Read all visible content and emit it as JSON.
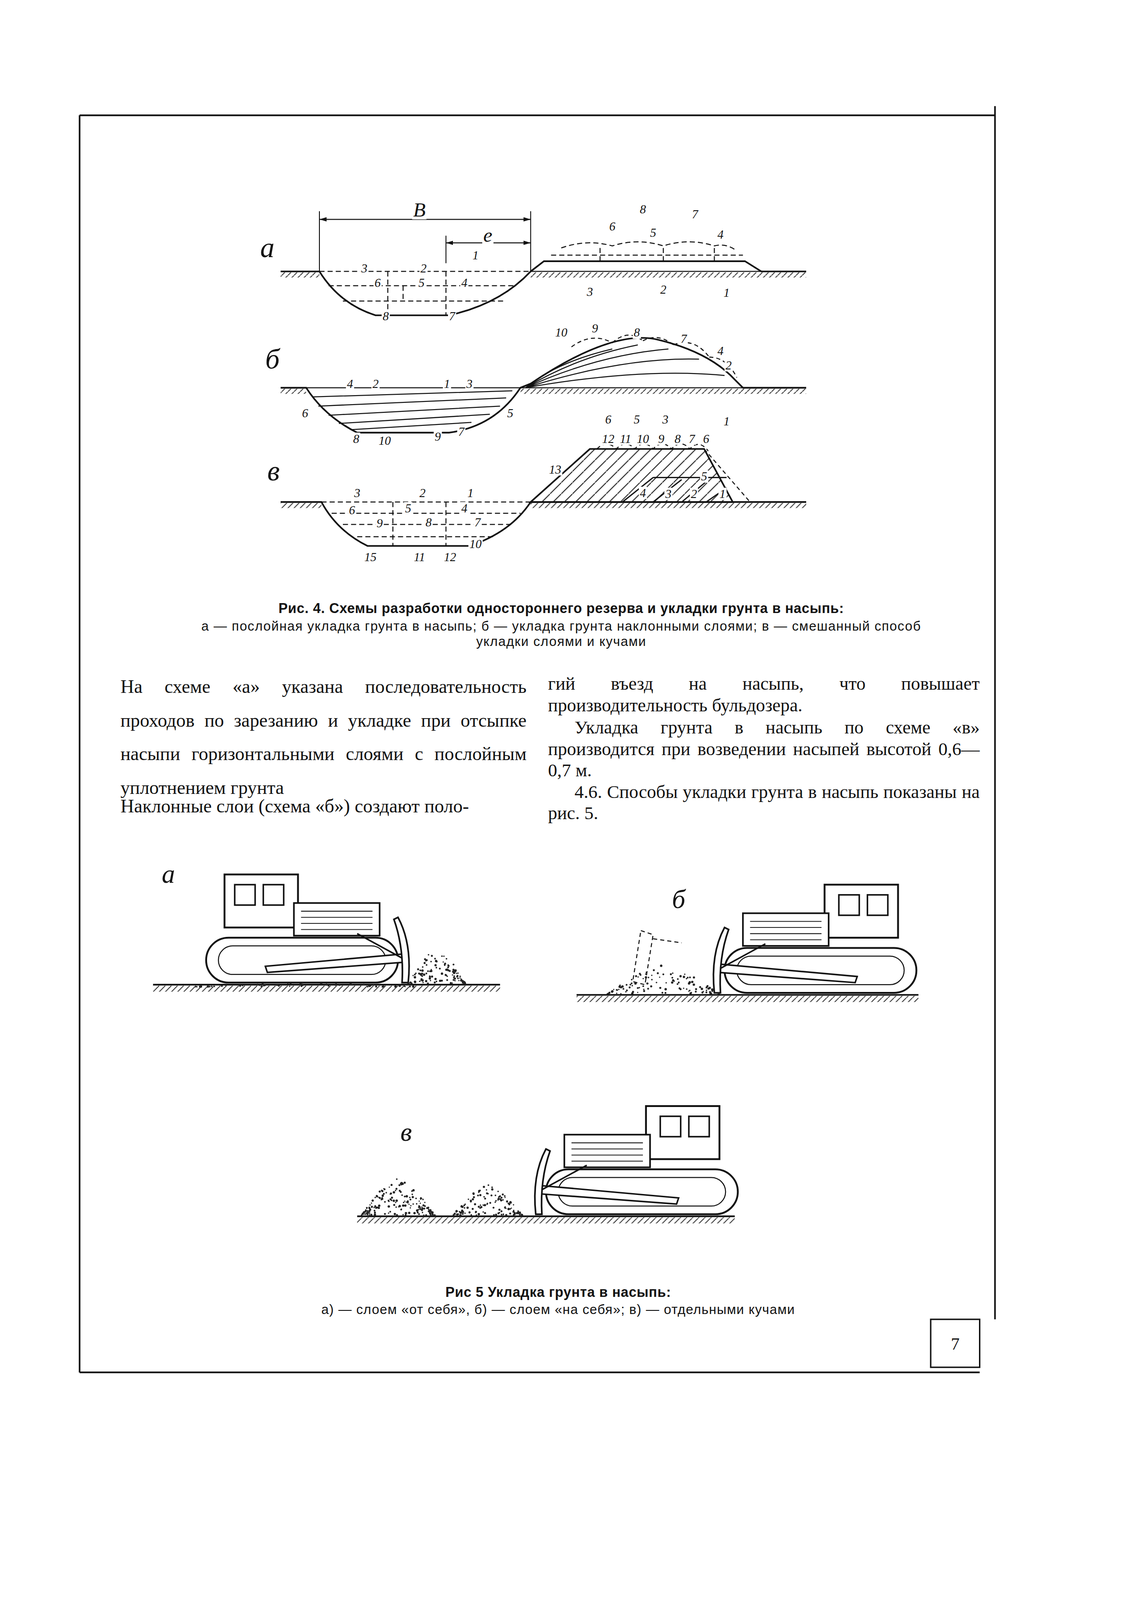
{
  "diagram": {
    "labels": [
      "а",
      "B",
      "e",
      "3",
      "2",
      "1",
      "6",
      "5",
      "4",
      "8",
      "7",
      "8",
      "7",
      "6",
      "5",
      "4",
      "3",
      "2",
      "1",
      "б",
      "4",
      "2",
      "1",
      "3",
      "6",
      "5",
      "8",
      "10",
      "9",
      "7",
      "10",
      "9",
      "8",
      "7",
      "4",
      "2",
      "6",
      "5",
      "3",
      "1",
      "в",
      "3",
      "2",
      "1",
      "6",
      "5",
      "4",
      "9",
      "8",
      "7",
      "15",
      "11",
      "12",
      "10",
      "12",
      "11",
      "10",
      "9",
      "8",
      "7",
      "6",
      "13",
      "5",
      "4",
      "3",
      "2",
      "1",
      "Рис. 4. Схемы разработки одностороннего резерва и укладки грунта в насыпь:",
      "а — послойная укладка грунта в насыпь; б — укладка грунта наклонными слоями; в — смешанный способ укладки слоями и кучами",
      "На схеме «а» указана последовательность проходов по зарезанию и укладке при отсыпке насыпи горизонтальными слоями с послойным уплотнением грунта",
      "Наклонные слои (схема «б») создают поло-",
      "гий въезд на насыпь, что повышает производительность бульдозера.",
      "Укладка грунта в насыпь по схеме «в» производится при возведении насыпей высотой 0,6—0,7 м.",
      "4.6. Способы укладки грунта в насыпь показаны на рис. 5.",
      "а",
      "б",
      "в",
      "Рис 5 Укладка грунта в насыпь:",
      "а) — слоем «от себя», б) — слоем «на себя»; в) — отдельными кучами",
      "7"
    ]
  }
}
